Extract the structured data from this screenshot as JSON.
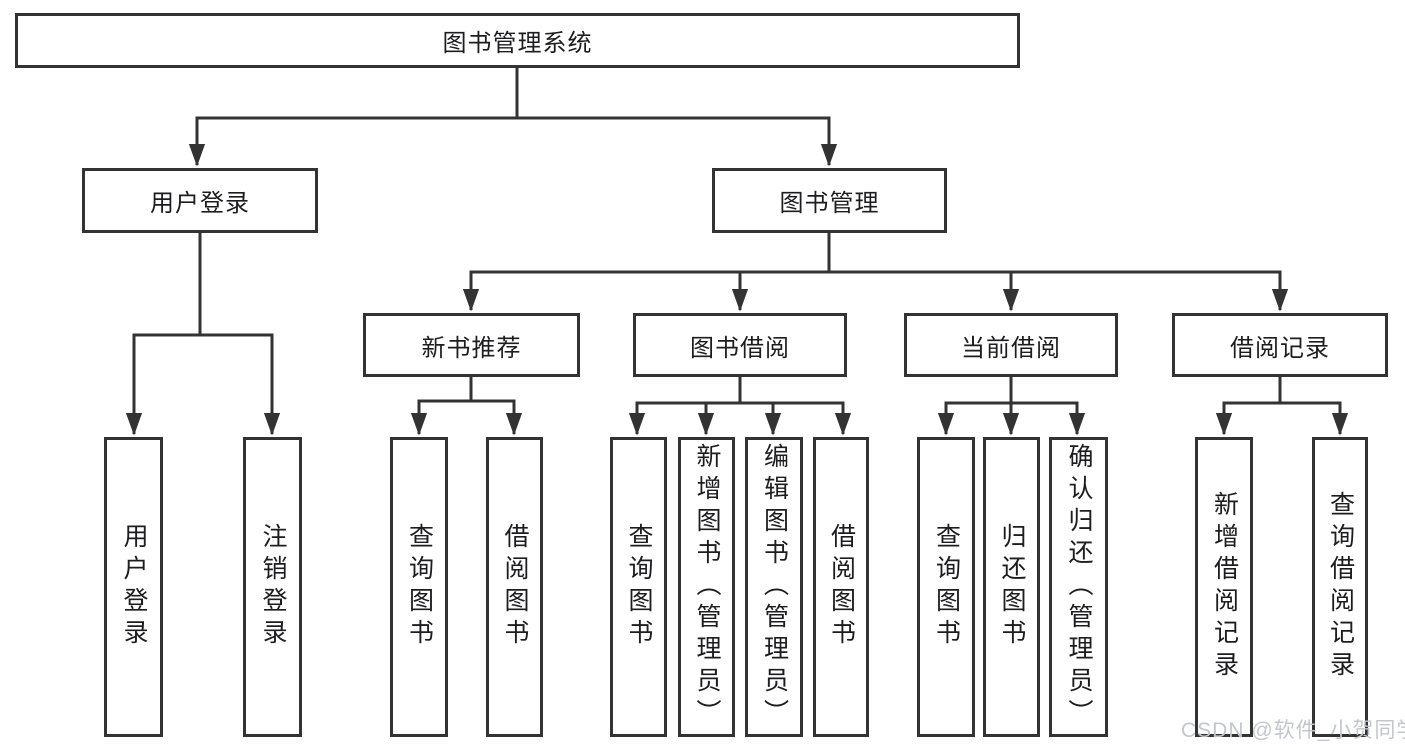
{
  "diagram": {
    "root": {
      "label": "图书管理系统"
    },
    "level2": [
      {
        "label": "用户登录"
      },
      {
        "label": "图书管理"
      }
    ],
    "level3": [
      {
        "label": "新书推荐"
      },
      {
        "label": "图书借阅"
      },
      {
        "label": "当前借阅"
      },
      {
        "label": "借阅记录"
      }
    ],
    "leaves": [
      {
        "label": "用户登录"
      },
      {
        "label": "注销登录"
      },
      {
        "label": "查询图书"
      },
      {
        "label": "借阅图书"
      },
      {
        "label": "查询图书"
      },
      {
        "label": "新增图书（管理员）"
      },
      {
        "label": "编辑图书（管理员）"
      },
      {
        "label": "借阅图书"
      },
      {
        "label": "查询图书"
      },
      {
        "label": "归还图书"
      },
      {
        "label": "确认归还（管理员）"
      },
      {
        "label": "新增借阅记录"
      },
      {
        "label": "查询借阅记录"
      }
    ],
    "watermark": "CSDN @软件_小贺同学",
    "colors": {
      "line": "#333333",
      "text": "#1d1d1f",
      "background": "#ffffff",
      "watermark": "#c3c7cd"
    }
  }
}
